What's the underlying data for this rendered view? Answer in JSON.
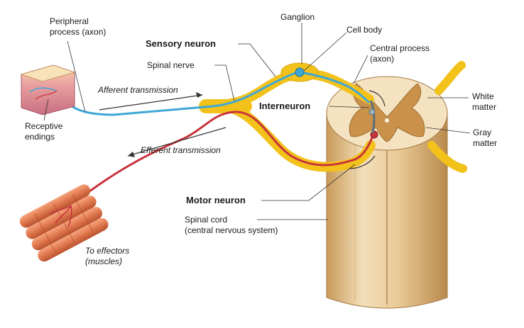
{
  "labels": {
    "peripheral_1": "Peripheral",
    "peripheral_2": "process (axon)",
    "ganglion": "Ganglion",
    "cell_body": "Cell body",
    "sensory_neuron": "Sensory neuron",
    "spinal_nerve": "Spinal nerve",
    "central_1": "Central process",
    "central_2": "(axon)",
    "afferent": "Afferent transmission",
    "interneuron": "Interneuron",
    "white_1": "White",
    "white_2": "matter",
    "receptive_1": "Receptive",
    "receptive_2": "endings",
    "gray_1": "Gray",
    "gray_2": "matter",
    "efferent": "Efferent transmission",
    "motor_neuron": "Motor neuron",
    "spinal_cord_1": "Spinal cord",
    "spinal_cord_2": "(central nervous system)",
    "effectors_1": "To effectors",
    "effectors_2": "(muscles)"
  },
  "colors": {
    "nerve": "#f2c21b",
    "sensory": "#3fa7d6",
    "motor": "#c8323a",
    "cord_light": "#ecd3a8",
    "cord_dark": "#c99a5a",
    "gray_matter": "#c9914a",
    "muscle": "#e0784e"
  }
}
